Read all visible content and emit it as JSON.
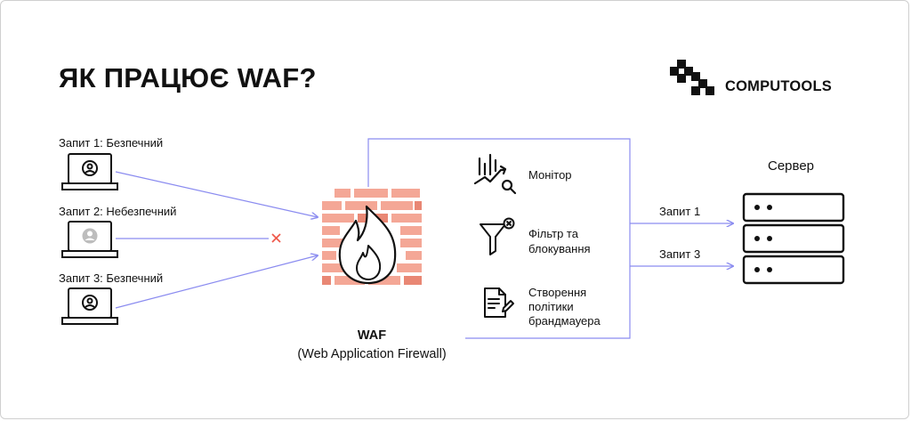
{
  "title": "ЯК ПРАЦЮЄ WAF?",
  "brand": {
    "name": "COMPUTOOLS",
    "logo_icon": "computools-logo-icon"
  },
  "requests": [
    {
      "label": "Запит 1: Безпечний",
      "status": "safe",
      "icon": "laptop-user-icon"
    },
    {
      "label": "Запит 2: Небезпечний",
      "status": "unsafe",
      "icon": "laptop-user-icon"
    },
    {
      "label": "Запит 3: Безпечний",
      "status": "safe",
      "icon": "laptop-user-icon"
    }
  ],
  "waf": {
    "title": "WAF",
    "subtitle": "(Web Application Firewall)",
    "icon": "firewall-brick-flame-icon"
  },
  "features": [
    {
      "lines": [
        "Монітор"
      ],
      "icon": "monitor-chart-icon"
    },
    {
      "lines": [
        "Фільтр та",
        "блокування"
      ],
      "icon": "filter-block-icon"
    },
    {
      "lines": [
        "Створення",
        "політики",
        "брандмауера"
      ],
      "icon": "policy-document-icon"
    }
  ],
  "forwarded": [
    "Запит 1",
    "Запит 3"
  ],
  "server": {
    "label": "Сервер",
    "icon": "server-stack-icon"
  },
  "colors": {
    "line": "#8b8cf0",
    "block_x": "#ef5a4c",
    "brick_light": "#f4a796",
    "brick_dark": "#e98774",
    "text": "#111111"
  }
}
